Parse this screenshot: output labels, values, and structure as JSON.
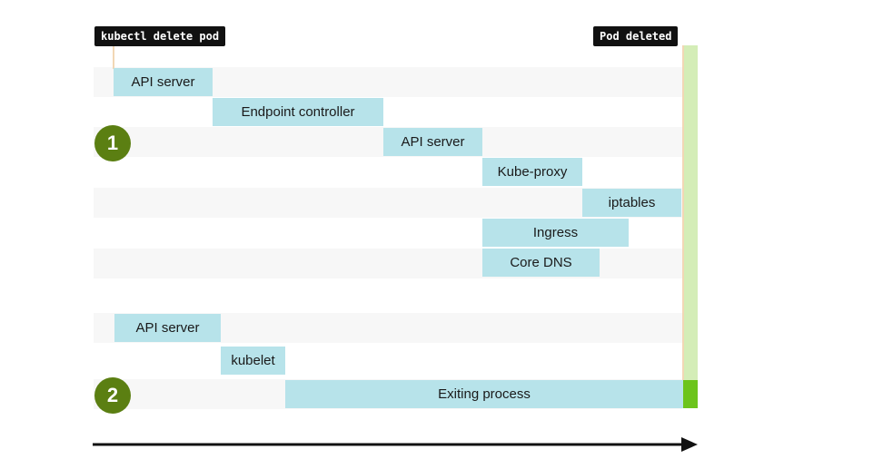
{
  "labels": {
    "start_command": "kubectl delete pod",
    "end_event": "Pod deleted"
  },
  "group1": {
    "badge": "1",
    "steps": [
      {
        "label": "API server"
      },
      {
        "label": "Endpoint controller"
      },
      {
        "label": "API server"
      },
      {
        "label": "Kube-proxy"
      },
      {
        "label": "iptables"
      },
      {
        "label": "Ingress"
      },
      {
        "label": "Core DNS"
      }
    ]
  },
  "group2": {
    "badge": "2",
    "steps": [
      {
        "label": "API server"
      },
      {
        "label": "kubelet"
      },
      {
        "label": "Exiting process"
      }
    ]
  },
  "colors": {
    "bar": "#b7e3ea",
    "badge": "#5b7f12",
    "deleted_band": "#d4edb7",
    "exit_marker": "#6cc41c",
    "tag_background": "#111111"
  },
  "icons": {
    "timeline_arrow": "arrow-right-icon"
  }
}
